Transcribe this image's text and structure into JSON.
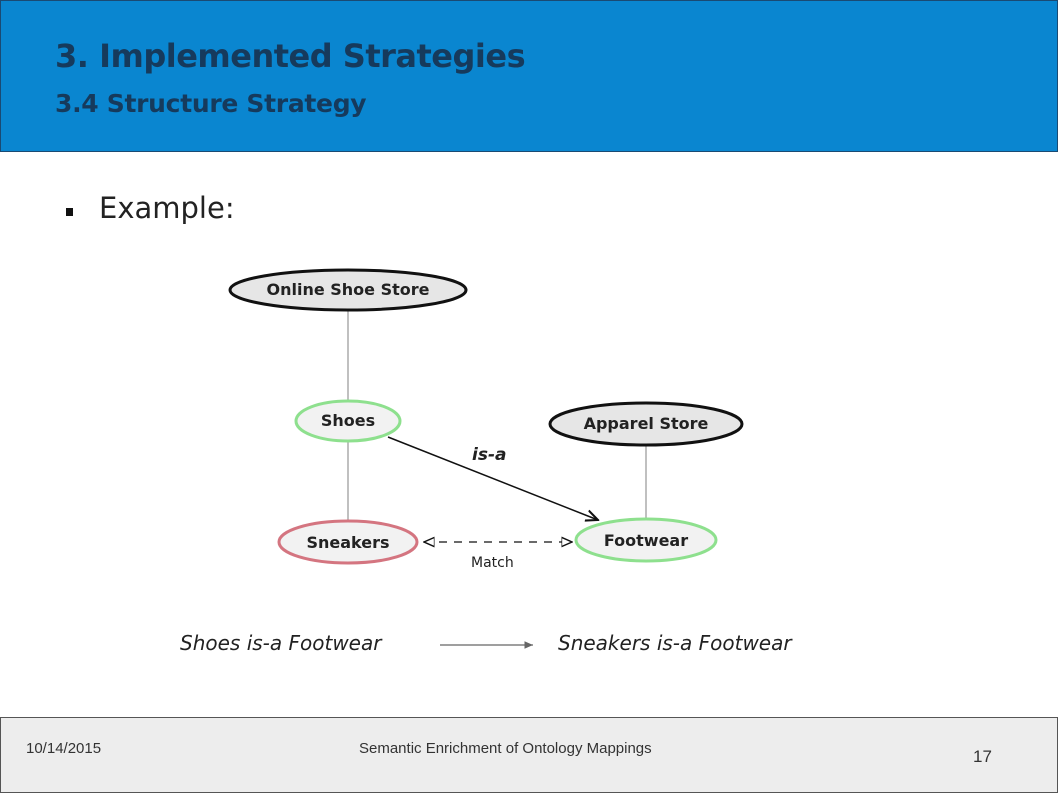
{
  "header": {
    "title": "3. Implemented Strategies",
    "subtitle": "3.4 Structure Strategy",
    "background_color": "#0a86d0",
    "text_color": "#163a5c"
  },
  "content": {
    "bullet_text": "Example:"
  },
  "diagram": {
    "nodes": {
      "online_shoe_store": "Online Shoe Store",
      "shoes": "Shoes",
      "sneakers": "Sneakers",
      "apparel_store": "Apparel Store",
      "footwear": "Footwear"
    },
    "edges": {
      "is_a": "is-a",
      "match": "Match"
    },
    "inference": {
      "premise": "Shoes is-a Footwear",
      "conclusion": "Sneakers is-a Footwear"
    },
    "colors": {
      "root_border": "#111111",
      "root_fill": "#e6e6e6",
      "concept_border": "#8ee08e",
      "sneakers_border": "#d47580",
      "concept_fill": "#f2f2f2",
      "tree_line": "#aaaaaa",
      "arrow": "#111111"
    }
  },
  "footer": {
    "date": "10/14/2015",
    "center": "Semantic Enrichment of Ontology Mappings",
    "page": "17"
  }
}
